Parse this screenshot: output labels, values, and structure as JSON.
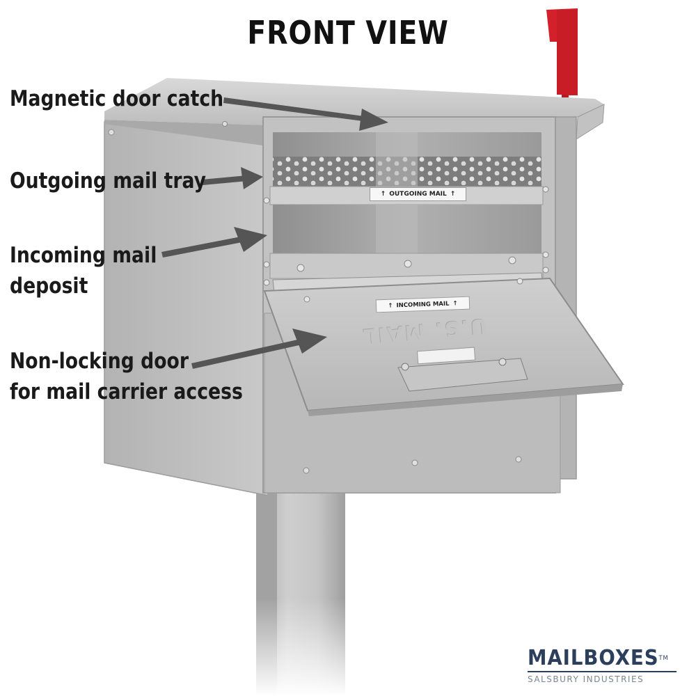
{
  "title": "FRONT VIEW",
  "callouts": {
    "door_catch": "Magnetic door catch",
    "mail_tray": "Outgoing mail tray",
    "incoming_line1": "Incoming mail",
    "incoming_line2": "deposit",
    "door_line1": "Non-locking door",
    "door_line2": "for mail carrier access"
  },
  "labels": {
    "outgoing": "OUTGOING MAIL",
    "incoming": "INCOMING MAIL",
    "embossed": "U.S. MAIL"
  },
  "logo": {
    "brand": "MAILBOXES",
    "tm": "TM",
    "company": "SALSBURY INDUSTRIES"
  },
  "colors": {
    "flag": "#d3202a",
    "metal": "#b9b9b9",
    "arrow": "#555555",
    "brand_navy": "#2b3e5c"
  }
}
